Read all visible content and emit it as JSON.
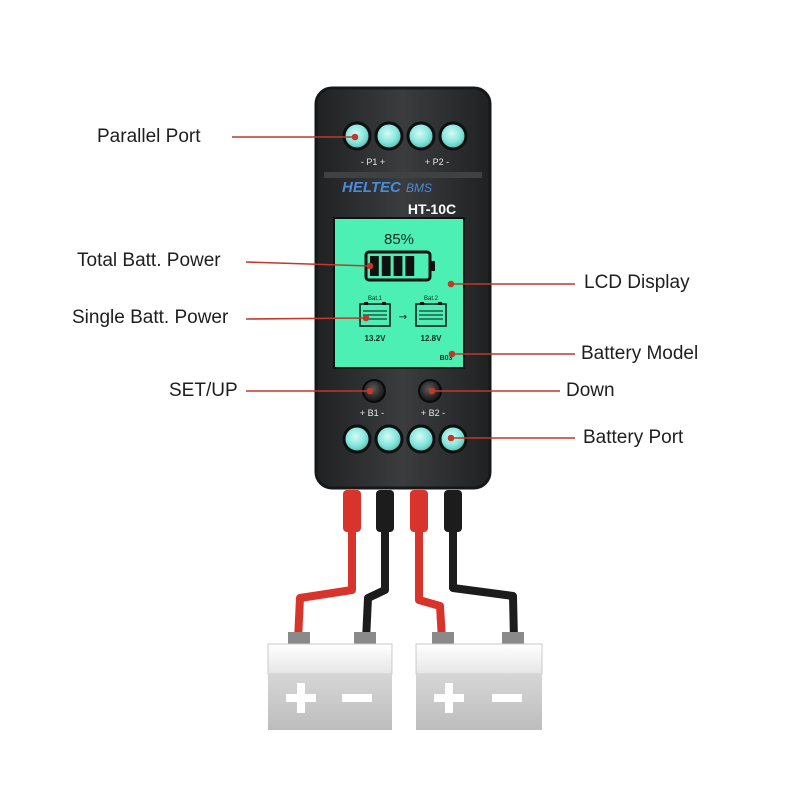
{
  "device": {
    "brand": "HELTEC",
    "brand_suffix": "BMS",
    "model": "HT-10C",
    "port_label_top_left": "- P1 +",
    "port_label_top_right": "+ P2 -",
    "port_label_bottom_left": "+ B1 -",
    "port_label_bottom_right": "+ B2 -"
  },
  "lcd": {
    "percent": "85%",
    "battery_level_bars": 4,
    "battery_level_total": 5,
    "batt1_label": "Bat.1",
    "batt2_label": "Bat.2",
    "batt1_voltage": "13.2V",
    "batt2_voltage": "12.8V",
    "model_code": "B03",
    "color": "#4cf0b4"
  },
  "callouts": {
    "parallel_port": "Parallel Port",
    "total_batt_power": "Total Batt. Power",
    "single_batt_power": "Single Batt. Power",
    "set_up": "SET/UP",
    "lcd_display": "LCD Display",
    "battery_model": "Battery Model",
    "down": "Down",
    "battery_port": "Battery Port"
  },
  "colors": {
    "leader_line": "#c0392b",
    "housing": "#2d2f30",
    "terminal": "#7ee0d8",
    "red_wire": "#d8342c",
    "black_wire": "#1c1c1c",
    "battery_body": "#efefef"
  }
}
